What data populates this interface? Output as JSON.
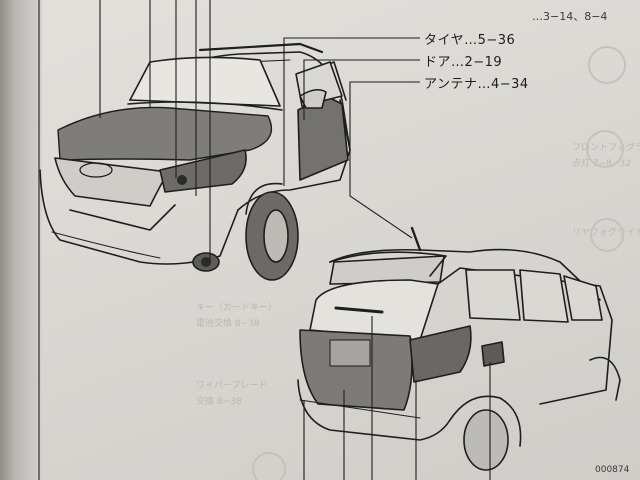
{
  "callouts": {
    "tire": "タイヤ…5−36",
    "door": "ドア…2−19",
    "antenna": "アンテナ…4−34"
  },
  "top_ref": "…3−14、8−4",
  "page_code": "000874"
}
